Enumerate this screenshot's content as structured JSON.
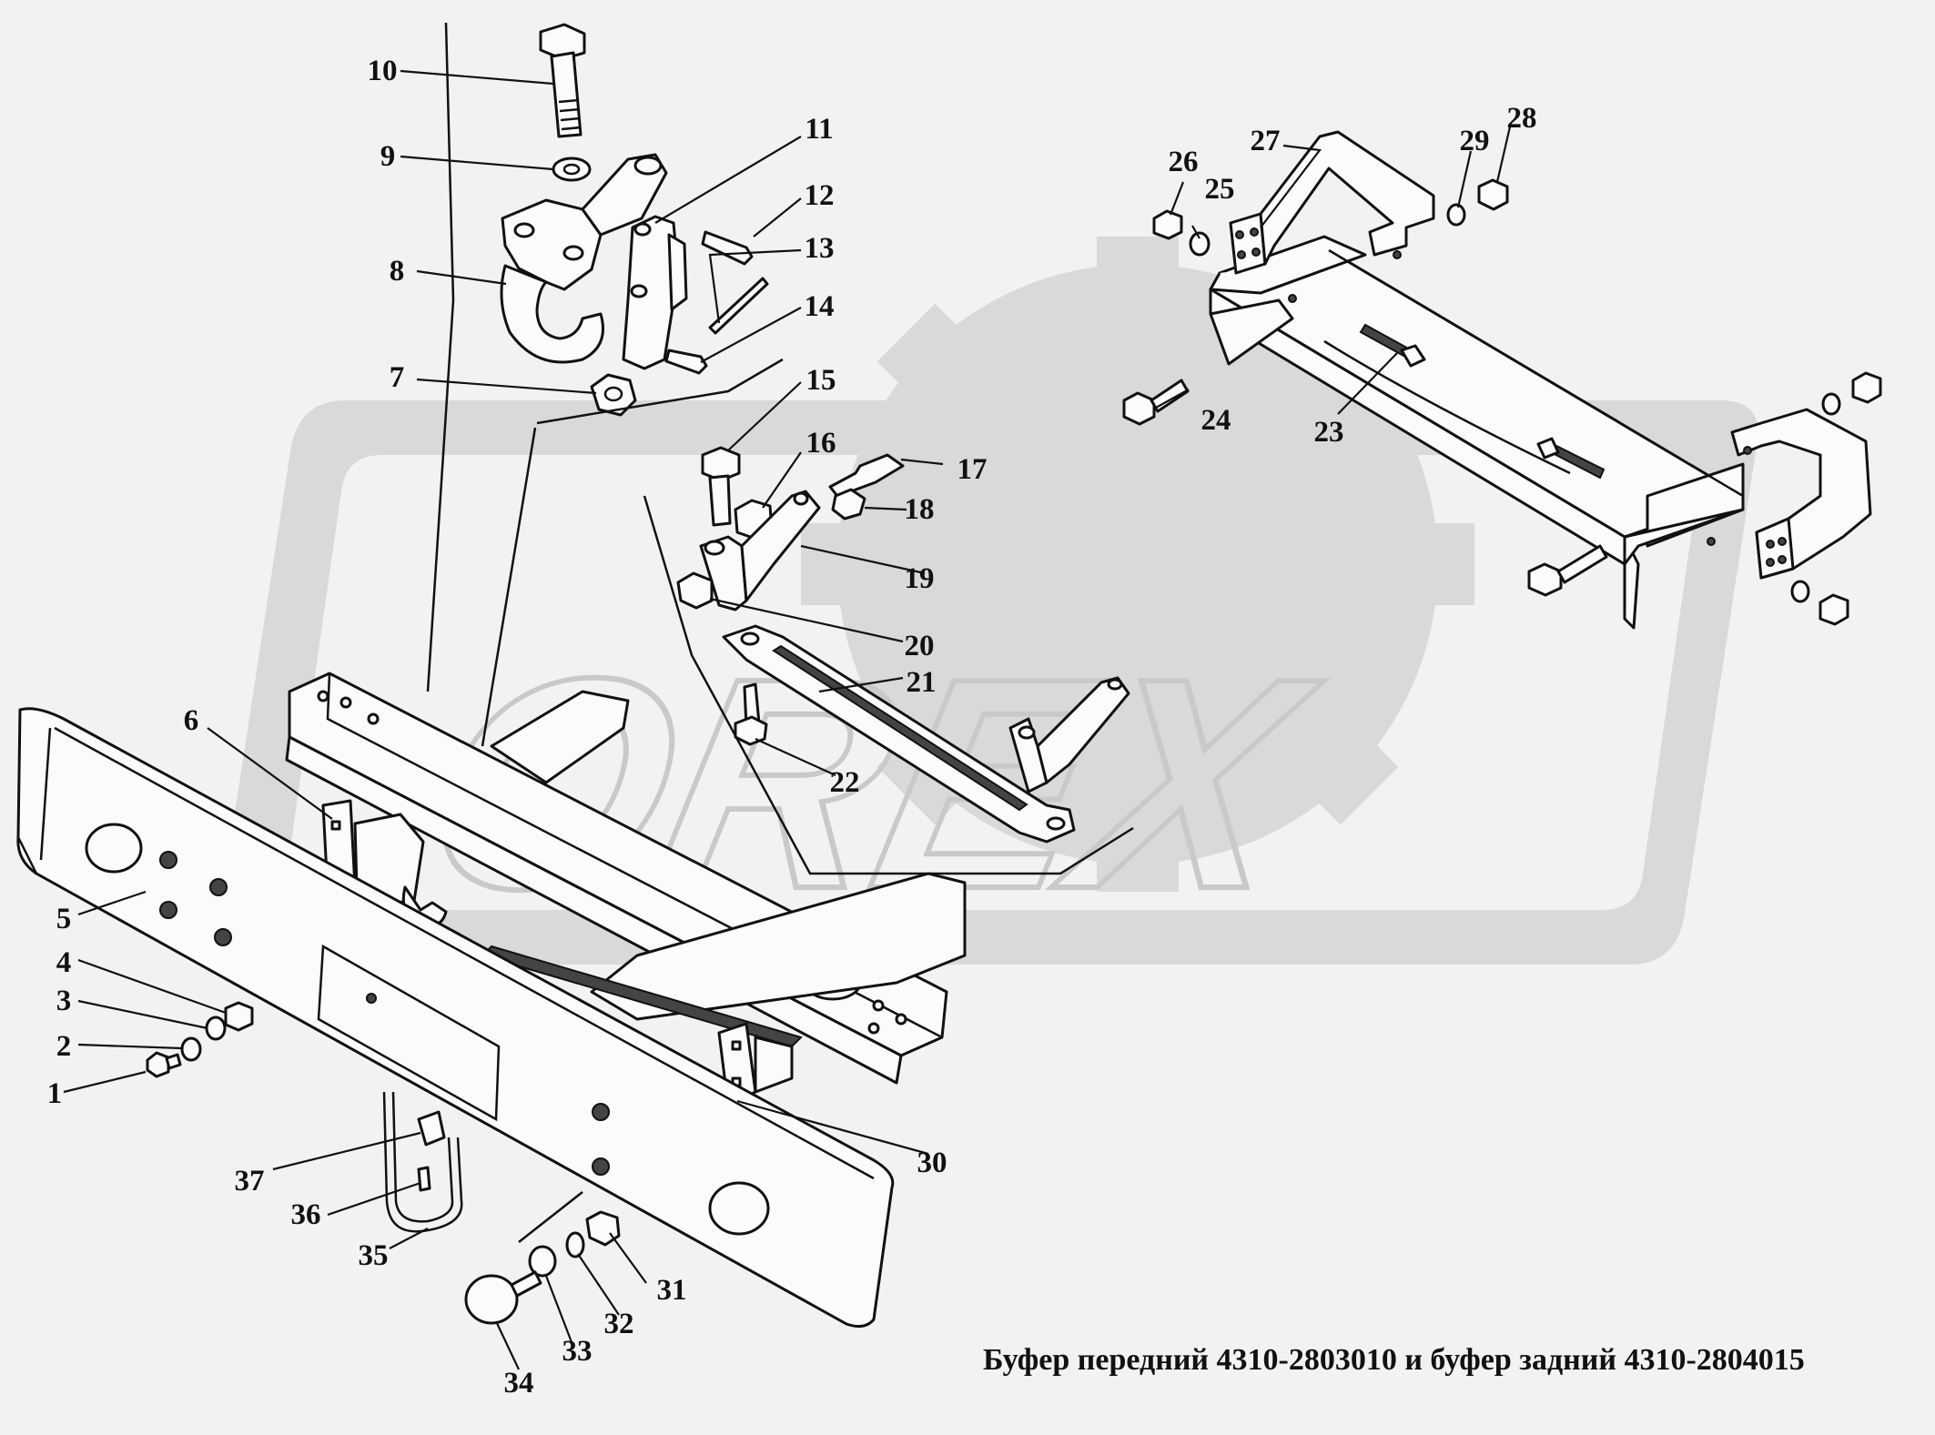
{
  "watermark": {
    "text": "OREX",
    "color": "#d9d9d7"
  },
  "caption": "Буфер передний 4310-2803010 и буфер задний 4310-2804015",
  "callouts": [
    "1",
    "2",
    "3",
    "4",
    "5",
    "6",
    "7",
    "8",
    "9",
    "10",
    "11",
    "12",
    "13",
    "14",
    "15",
    "16",
    "17",
    "18",
    "19",
    "20",
    "21",
    "22",
    "23",
    "24",
    "25",
    "26",
    "27",
    "28",
    "29",
    "30",
    "31",
    "32",
    "33",
    "34",
    "35",
    "36",
    "37"
  ]
}
